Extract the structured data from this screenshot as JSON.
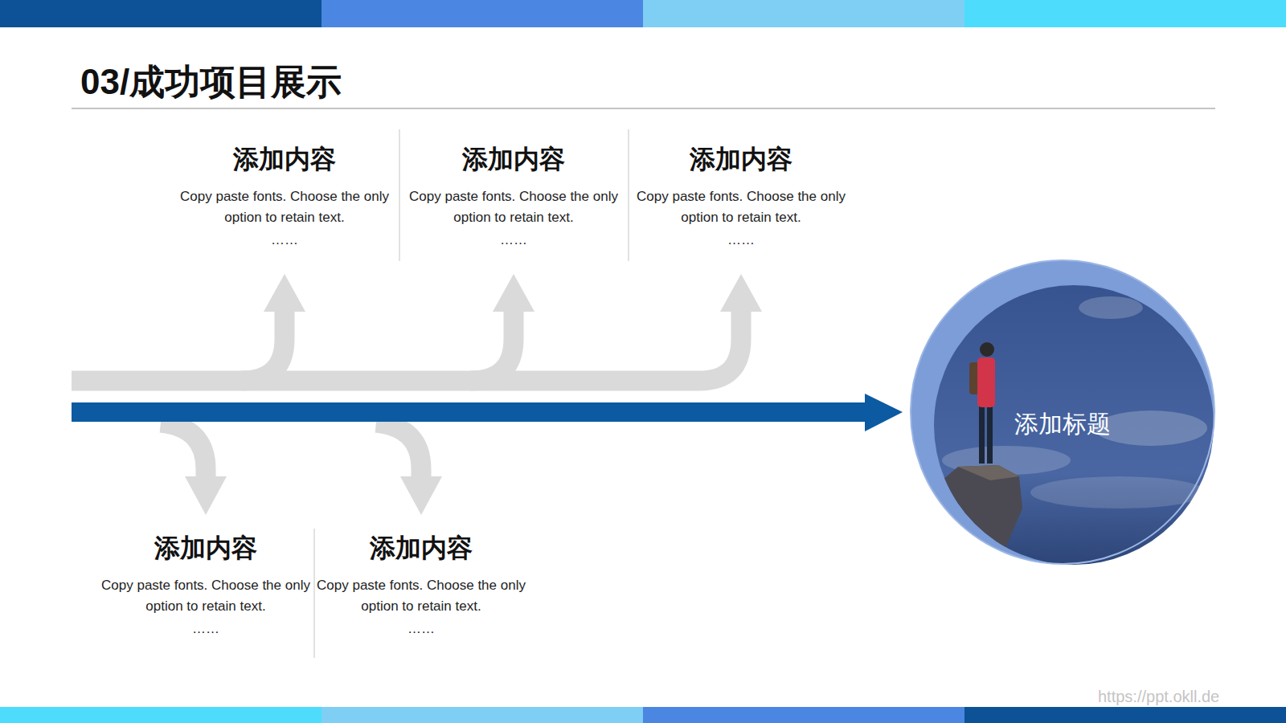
{
  "diagram": {
    "title": "03/成功项目展示",
    "nodes": [
      {
        "text": [
          "添加内容",
          "Copy paste fonts. Choose the only option to retain text.",
          "……"
        ]
      },
      {
        "text": [
          "添加内容",
          "Copy paste fonts. Choose the only option to retain text.",
          "……"
        ]
      },
      {
        "text": [
          "添加内容",
          "Copy paste fonts. Choose the only option to retain text.",
          "……"
        ]
      },
      {
        "text": [
          "添加内容",
          "Copy paste fonts. Choose the only option to retain text.",
          "……"
        ]
      },
      {
        "text": [
          "添加内容",
          "Copy paste fonts. Choose the only option to retain text.",
          "……"
        ]
      },
      {
        "text": [
          "添加标题"
        ]
      }
    ],
    "labels": [
      "https://ppt.okll.de"
    ]
  }
}
